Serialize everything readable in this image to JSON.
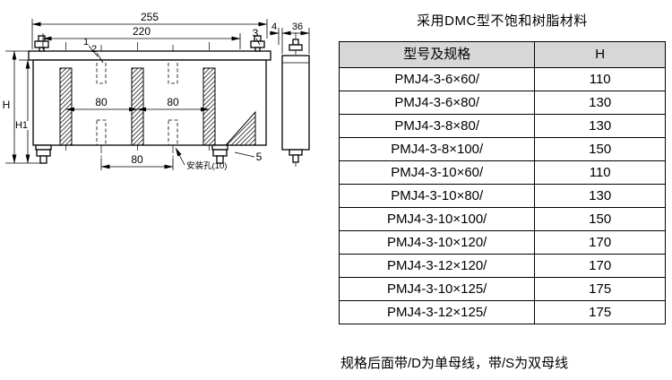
{
  "header": {
    "material_note": "采用DMC型不饱和树脂材料"
  },
  "footer": {
    "suffix_note": "规格后面带/D为单母线，带/S为双母线"
  },
  "table": {
    "headers": [
      "型号及规格",
      "H"
    ],
    "rows": [
      [
        "PMJ4-3-6×60/",
        "110"
      ],
      [
        "PMJ4-3-6×80/",
        "130"
      ],
      [
        "PMJ4-3-8×80/",
        "130"
      ],
      [
        "PMJ4-3-8×100/",
        "150"
      ],
      [
        "PMJ4-3-10×60/",
        "110"
      ],
      [
        "PMJ4-3-10×80/",
        "130"
      ],
      [
        "PMJ4-3-10×100/",
        "150"
      ],
      [
        "PMJ4-3-10×120/",
        "170"
      ],
      [
        "PMJ4-3-12×120/",
        "170"
      ],
      [
        "PMJ4-3-10×125/",
        "175"
      ],
      [
        "PMJ4-3-12×125/",
        "175"
      ]
    ]
  },
  "drawing": {
    "dim_total_width": "255",
    "dim_inner_width": "220",
    "dim_pitch_left": "80",
    "dim_pitch_right": "80",
    "dim_hole_span": "80",
    "dim_height": "H",
    "dim_height1": "H1",
    "dim_side_offset": "4",
    "dim_side_width": "36",
    "mounting_hole_label": "安装孔(10)",
    "callout_1": "1",
    "callout_2": "2",
    "callout_3": "3",
    "callout_5": "5"
  }
}
